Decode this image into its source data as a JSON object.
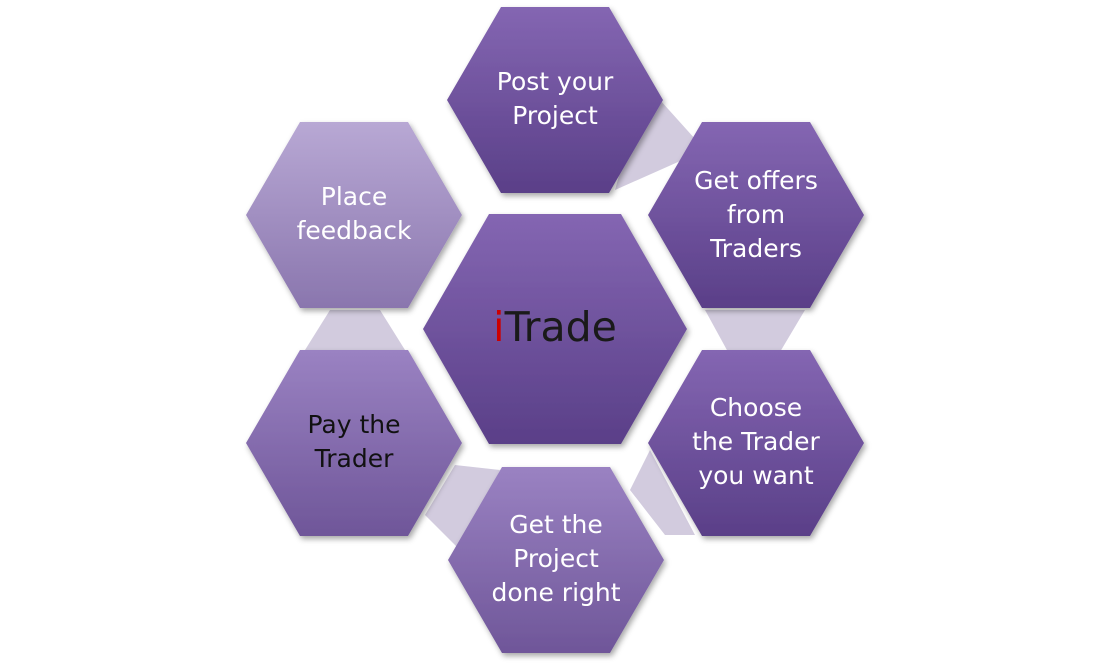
{
  "center": {
    "title_accent": "i",
    "title_rest": "Trade",
    "accent_color": "#cc0000",
    "text_color": "#1a1a1a"
  },
  "steps": [
    {
      "lines": [
        "Post your",
        "Project"
      ],
      "text_color": "#ffffff"
    },
    {
      "lines": [
        "Get offers",
        "from",
        "Traders"
      ],
      "text_color": "#ffffff"
    },
    {
      "lines": [
        "Choose",
        "the Trader",
        "you want"
      ],
      "text_color": "#ffffff"
    },
    {
      "lines": [
        "Get the",
        "Project",
        "done right"
      ],
      "text_color": "#ffffff"
    },
    {
      "lines": [
        "Pay the",
        "Trader"
      ],
      "text_color": "#111111"
    },
    {
      "lines": [
        "Place",
        "feedback"
      ],
      "text_color": "#ffffff"
    }
  ],
  "colors": {
    "hex_dark_top": "#8466b2",
    "hex_dark_bottom": "#5a3f88",
    "hex_mid_top": "#9a82c2",
    "hex_mid_bottom": "#6f5699",
    "hex_light_top": "#b8a8d4",
    "hex_light_bottom": "#8a76ae",
    "connector": "#d2cbde"
  }
}
